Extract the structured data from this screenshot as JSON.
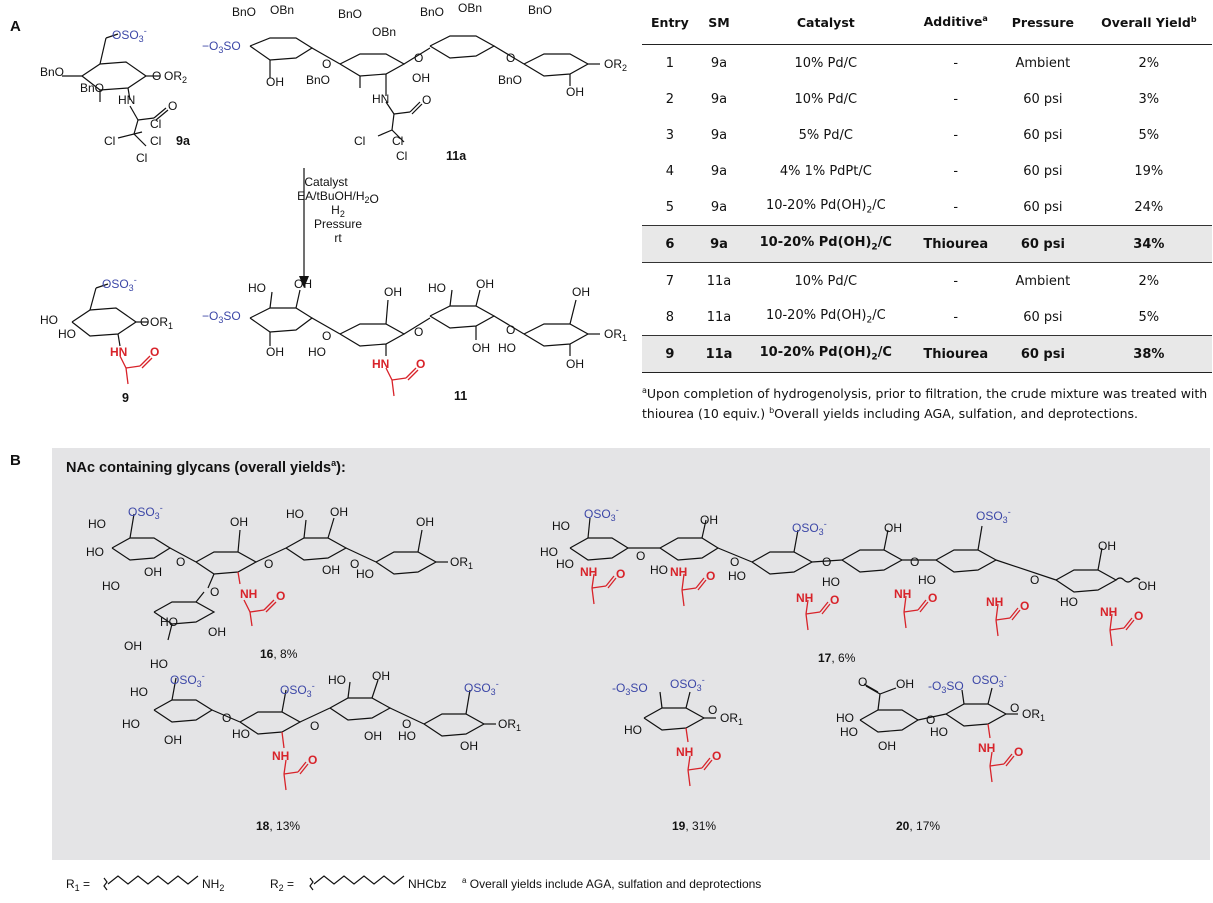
{
  "panel_a_label": "A",
  "panel_b_label": "B",
  "scheme_a": {
    "sm1_label": "9a",
    "sm2_label": "11a",
    "product1_label": "9",
    "product2_label": "11",
    "conditions": [
      "Catalyst",
      "EA/tBuOH/H2O",
      "H2",
      "Pressure",
      "rt"
    ]
  },
  "table": {
    "headers": [
      "Entry",
      "SM",
      "Catalyst",
      "Additive",
      "Pressure",
      "Overall Yield"
    ],
    "header_marks": {
      "additive": "a",
      "yield": "b"
    },
    "rows": [
      {
        "entry": "1",
        "sm": "9a",
        "catalyst": "10% Pd/C",
        "additive": "-",
        "pressure": "Ambient",
        "yield": "2%"
      },
      {
        "entry": "2",
        "sm": "9a",
        "catalyst": "10% Pd/C",
        "additive": "-",
        "pressure": "60 psi",
        "yield": "3%"
      },
      {
        "entry": "3",
        "sm": "9a",
        "catalyst": "5% Pd/C",
        "additive": "-",
        "pressure": "60 psi",
        "yield": "5%"
      },
      {
        "entry": "4",
        "sm": "9a",
        "catalyst": "4% 1% PdPt/C",
        "additive": "-",
        "pressure": "60 psi",
        "yield": "19%"
      },
      {
        "entry": "5",
        "sm": "9a",
        "catalyst": "10-20% Pd(OH)2/C",
        "additive": "-",
        "pressure": "60 psi",
        "yield": "24%"
      },
      {
        "entry": "6",
        "sm": "9a",
        "catalyst": "10-20% Pd(OH)2/C",
        "additive": "Thiourea",
        "pressure": "60 psi",
        "yield": "34%"
      },
      {
        "entry": "7",
        "sm": "11a",
        "catalyst": "10% Pd/C",
        "additive": "-",
        "pressure": "Ambient",
        "yield": "2%"
      },
      {
        "entry": "8",
        "sm": "11a",
        "catalyst": "10-20% Pd(OH)2/C",
        "additive": "-",
        "pressure": "60 psi",
        "yield": "5%"
      },
      {
        "entry": "9",
        "sm": "11a",
        "catalyst": "10-20% Pd(OH)2/C",
        "additive": "Thiourea",
        "pressure": "60 psi",
        "yield": "38%"
      }
    ],
    "footnote_a": "Upon completion of hydrogenolysis, prior to filtration, the crude mixture was treated with thiourea (10 equiv.)",
    "footnote_b": "Overall yields including AGA, sulfation, and deprotections."
  },
  "panel_b": {
    "title": "NAc containing glycans (overall yields",
    "title_mark": "a",
    "title_end": "):",
    "compounds": [
      {
        "id": "16",
        "yield": ", 8%"
      },
      {
        "id": "17",
        "yield": ", 6%"
      },
      {
        "id": "18",
        "yield": ", 13%"
      },
      {
        "id": "19",
        "yield": ", 31%"
      },
      {
        "id": "20",
        "yield": ", 17%"
      }
    ]
  },
  "legend": {
    "r1_label": "R1 =",
    "r1_end": "NH2",
    "r2_label": "R2 =",
    "r2_end": "NHCbz",
    "note_mark": "a",
    "note": "Overall yields include AGA, sulfation and deprotections"
  },
  "colors": {
    "sulfate_blue": "#3c47a7",
    "nac_red": "#d8232a",
    "panel_gray": "#e4e4e6",
    "highlight_gray": "#e8e8e8"
  }
}
